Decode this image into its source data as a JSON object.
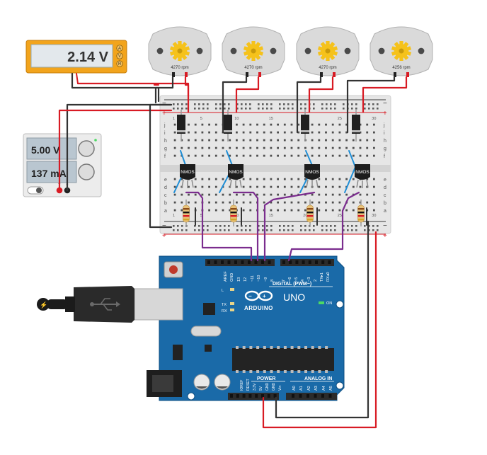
{
  "multimeter": {
    "reading": "2.14 V",
    "modes": [
      "A",
      "V",
      "R"
    ]
  },
  "power_supply": {
    "voltage": "5.00 V",
    "current": "137 mA",
    "neg_symbol": "−",
    "pos_symbol": "+"
  },
  "motors": [
    {
      "rpm_label": "4270 rpm"
    },
    {
      "rpm_label": "4270 rpm"
    },
    {
      "rpm_label": "4270 rpm"
    },
    {
      "rpm_label": "4256 rpm"
    }
  ],
  "transistor_label": "NMOS",
  "breadboard": {
    "row_letters_top": [
      "j",
      "i",
      "h",
      "g",
      "f"
    ],
    "row_letters_bottom": [
      "e",
      "d",
      "c",
      "b",
      "a"
    ],
    "columns": [
      "1",
      "",
      "",
      "",
      "5",
      "",
      "",
      "",
      "",
      "10",
      "",
      "",
      "",
      "",
      "15",
      "",
      "",
      "",
      "",
      "20",
      "",
      "",
      "",
      "",
      "25",
      "",
      "",
      "",
      "",
      "30"
    ],
    "rail_plus": "+",
    "rail_minus": "−"
  },
  "arduino": {
    "brand": "ARDUINO",
    "model": "UNO",
    "on_label": "ON",
    "digital_label": "DIGITAL (PWM~)",
    "analog_label": "ANALOG IN",
    "power_label": "POWER",
    "led_labels": [
      "L",
      "TX",
      "RX"
    ],
    "top_pins": [
      "AREF",
      "GND",
      "13",
      "12",
      "~11",
      "~10",
      "~9",
      "8",
      "7",
      "~6",
      "~5",
      "4",
      "~3",
      "2",
      "TX▸1",
      "RX◂0"
    ],
    "power_pins": [
      "IOREF",
      "RESET",
      "3.3V",
      "5V",
      "GND",
      "GND",
      "Vin"
    ],
    "analog_pins": [
      "A0",
      "A1",
      "A2",
      "A3",
      "A4",
      "A5"
    ]
  },
  "colors": {
    "wire_black": "#333333",
    "wire_red": "#d81b24",
    "wire_purple": "#7b2d8e",
    "wire_blue": "#1f8ed6",
    "arduino_blue": "#1a6aa8",
    "multimeter_body": "#f2a41c",
    "breadboard": "#e4e4e4"
  }
}
